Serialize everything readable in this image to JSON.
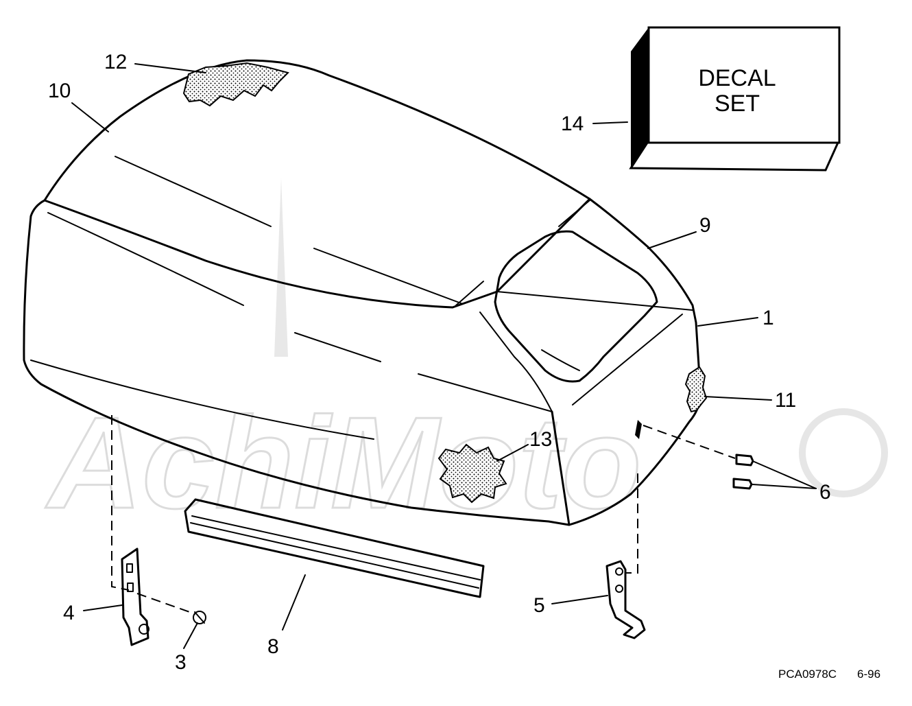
{
  "callouts": {
    "c1": "1",
    "c3": "3",
    "c4": "4",
    "c5": "5",
    "c6": "6",
    "c8": "8",
    "c9": "9",
    "c10": "10",
    "c11": "11",
    "c12": "12",
    "c13": "13",
    "c14": "14"
  },
  "decal_box": {
    "line1": "DECAL",
    "line2": "SET"
  },
  "footer": {
    "part_code": "PCA0978C",
    "date": "6-96"
  },
  "watermark": {
    "text": "AchiMoto"
  }
}
